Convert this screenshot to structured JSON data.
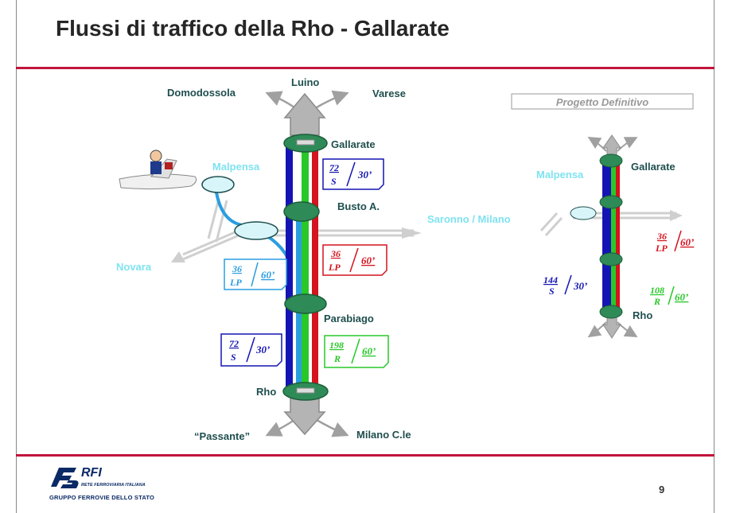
{
  "title": "Flussi di traffico della Rho - Gallarate",
  "page_number": "9",
  "logo": {
    "brand": "RFI",
    "subtitle": "RETE FERROVIARIA ITALIANA",
    "group": "GRUPPO FERROVIE DELLO STATO"
  },
  "colors": {
    "accent_rule": "#c0143c",
    "station_green": "#2e8b57",
    "label_dark": "#1f4e4e",
    "label_cyan": "#7fe3f0",
    "flow_blue": "#1414b4",
    "flow_red": "#d4141e",
    "flow_green": "#28c828",
    "flow_lightblue": "#2a9de0"
  },
  "main_diagram": {
    "top_labels": {
      "luino": "Luino",
      "domodossola": "Domodossola",
      "varese": "Varese"
    },
    "stations": {
      "gallarate": "Gallarate",
      "busto": "Busto A.",
      "parabiago": "Parabiago",
      "rho": "Rho"
    },
    "side_labels": {
      "malpensa": "Malpensa",
      "novara": "Novara",
      "saronno": "Saronno / Milano"
    },
    "bottom_labels": {
      "passante": "“Passante”",
      "milano": "Milano C.le"
    },
    "flow_cards": [
      {
        "top": "72",
        "bottom": "S",
        "freq": "30’",
        "color": "#1414b4"
      },
      {
        "top": "36",
        "bottom": "LP",
        "freq": "60’",
        "color": "#d4141e"
      },
      {
        "top": "36",
        "bottom": "LP",
        "freq": "60’",
        "color": "#2a9de0"
      },
      {
        "top": "72",
        "bottom": "S",
        "freq": "30’",
        "color": "#1414b4"
      },
      {
        "top": "198",
        "bottom": "R",
        "freq": "60’",
        "color": "#28c828"
      }
    ]
  },
  "project_diagram": {
    "header": "Progetto Definitivo",
    "stations": {
      "gallarate": "Gallarate",
      "rho": "Rho"
    },
    "malpensa": "Malpensa",
    "flows": [
      {
        "top": "36",
        "bottom": "LP",
        "freq": "60’",
        "color": "#d4141e"
      },
      {
        "top": "144",
        "bottom": "S",
        "freq": "30’",
        "color": "#1414b4"
      },
      {
        "top": "108",
        "bottom": "R",
        "freq": "60’",
        "color": "#28c828"
      }
    ]
  }
}
